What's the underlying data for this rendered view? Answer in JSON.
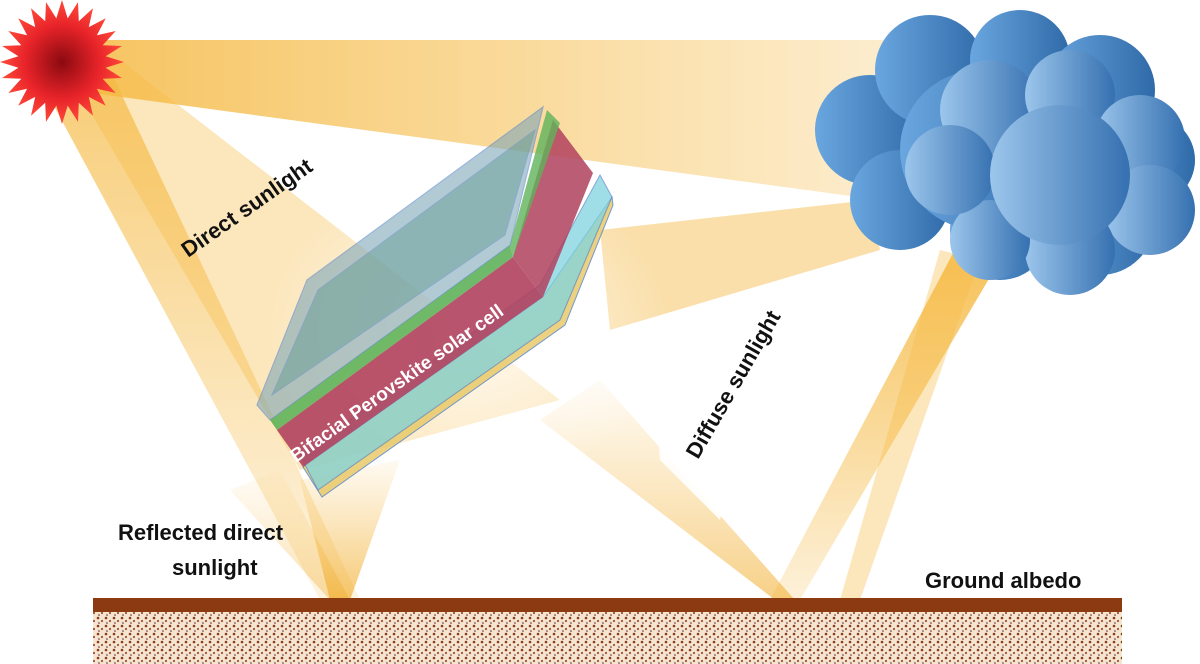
{
  "labels": {
    "direct": "Direct sunlight",
    "diffuse": "Diffuse sunlight",
    "reflected_line1": "Reflected direct",
    "reflected_line2": "sunlight",
    "ground": "Ground albedo",
    "cell": "Bifacial Perovskite solar cell"
  },
  "colors": {
    "sun": "#e8242a",
    "beam": "#f5b942",
    "cloud": "#4d8fd0",
    "ground": "#8b3a12",
    "perovskite": "#b0415e"
  }
}
